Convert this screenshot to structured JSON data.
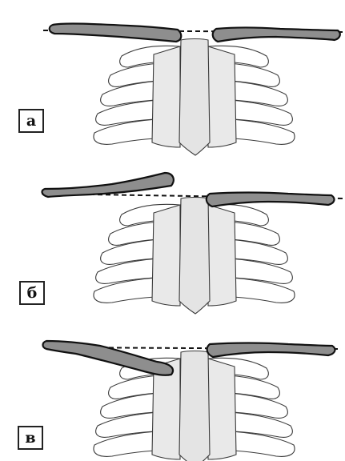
{
  "panels": [
    {
      "id": "a",
      "label": "а",
      "variant": "normal"
    },
    {
      "id": "b",
      "label": "б",
      "variant": "left-raised"
    },
    {
      "id": "c",
      "label": "в",
      "variant": "left-depressed"
    }
  ],
  "colors": {
    "clavicle_fill": "#8e8e8e",
    "outline": "#111111",
    "rib_fill": "#ffffff",
    "cartilage_fill": "#e9e9e9"
  }
}
